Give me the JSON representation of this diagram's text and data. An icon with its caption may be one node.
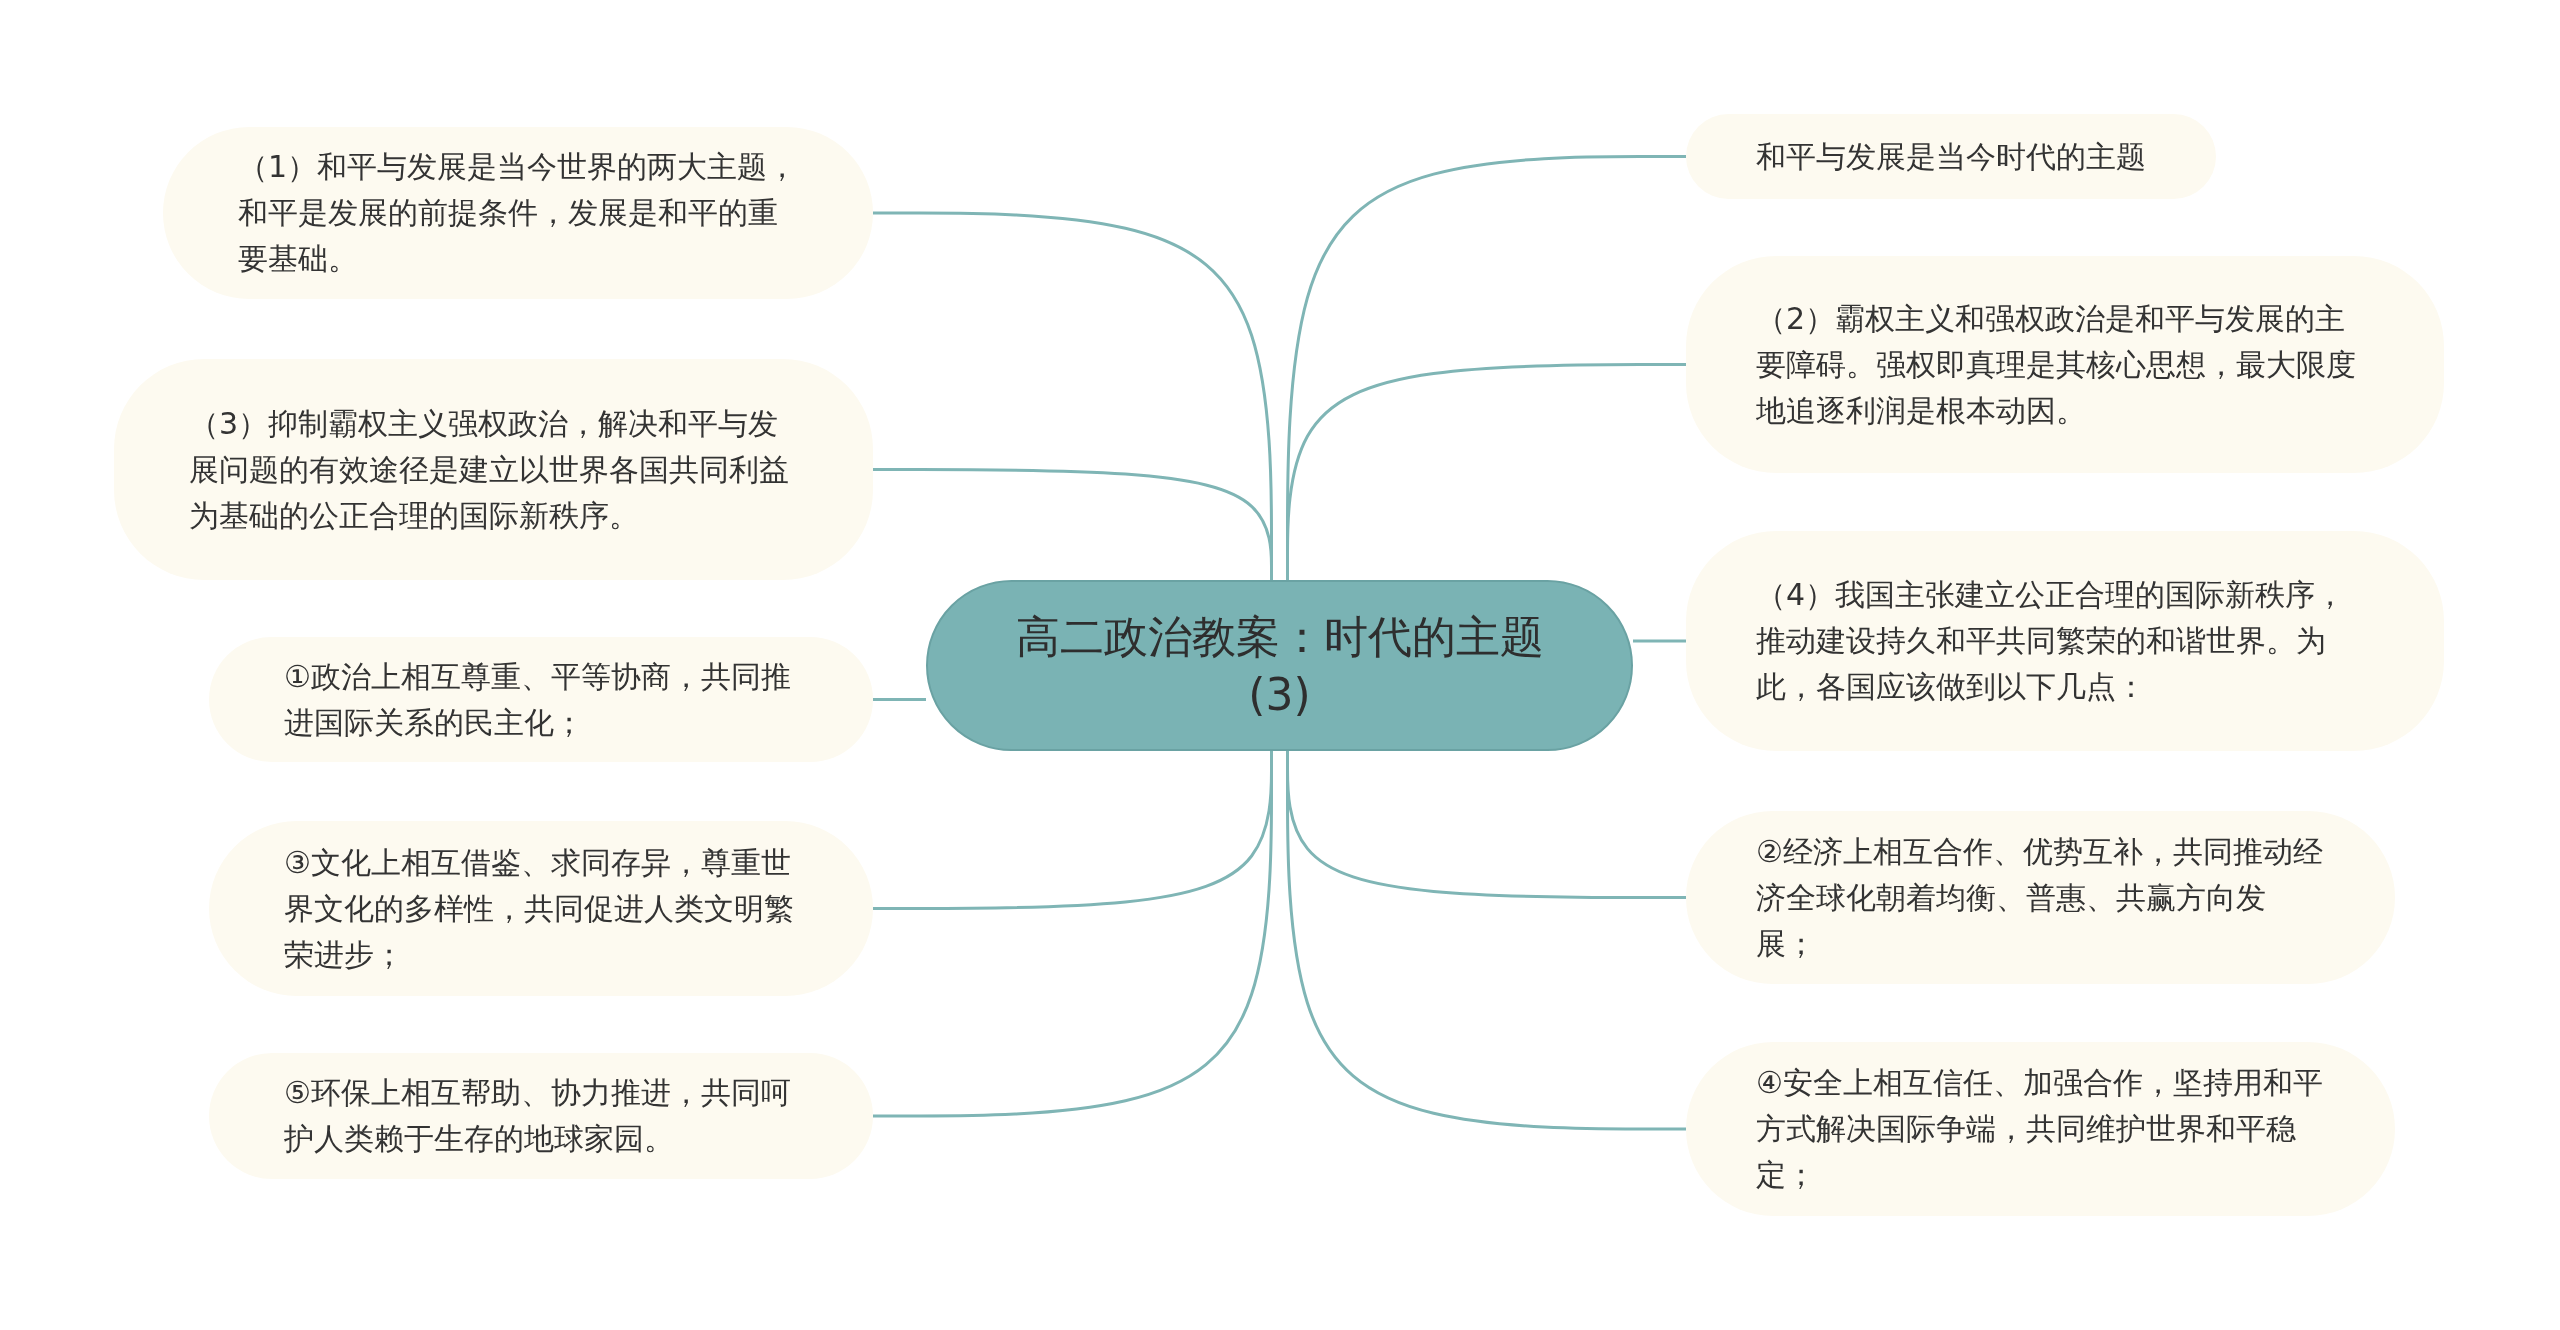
{
  "diagram": {
    "nodes": [
      {
        "text": [
          "高二政治教案：时代的主题(3)"
        ]
      },
      {
        "text": [
          "（1）和平与发展是当今世界的两大主题，和平是发展的前提条件，发展是和平的重要基础。"
        ]
      },
      {
        "text": [
          "（3）抑制霸权主义强权政治，解决和平与发展问题的有效途径是建立以世界各国共同利益为基础的公正合理的国际新秩序。"
        ]
      },
      {
        "text": [
          "①政治上相互尊重、平等协商，共同推进国际关系的民主化；"
        ]
      },
      {
        "text": [
          "③文化上相互借鉴、求同存异，尊重世界文化的多样性，共同促进人类文明繁荣进步；"
        ]
      },
      {
        "text": [
          "⑤环保上相互帮助、协力推进，共同呵护人类赖于生存的地球家园。"
        ]
      },
      {
        "text": [
          "和平与发展是当今时代的主题"
        ]
      },
      {
        "text": [
          "（2）霸权主义和强权政治是和平与发展的主要障碍。强权即真理是其核心思想，最大限度地追逐利润是根本动因。"
        ]
      },
      {
        "text": [
          "（4）我国主张建立公正合理的国际新秩序，推动建设持久和平共同繁荣的和谐世界。为此，各国应该做到以下几点："
        ]
      },
      {
        "text": [
          "②经济上相互合作、优势互补，共同推动经济全球化朝着均衡、普惠、共赢方向发展；"
        ]
      },
      {
        "text": [
          "④安全上相互信任、加强合作，坚持用和平方式解决国际争端，共同维护世界和平稳定；"
        ]
      }
    ],
    "edges": [
      {
        "from": 0,
        "to": 1,
        "arrow": "none"
      },
      {
        "from": 0,
        "to": 2,
        "arrow": "none"
      },
      {
        "from": 0,
        "to": 3,
        "arrow": "none"
      },
      {
        "from": 0,
        "to": 4,
        "arrow": "none"
      },
      {
        "from": 0,
        "to": 5,
        "arrow": "none"
      },
      {
        "from": 0,
        "to": 6,
        "arrow": "none"
      },
      {
        "from": 0,
        "to": 7,
        "arrow": "none"
      },
      {
        "from": 0,
        "to": 8,
        "arrow": "none"
      },
      {
        "from": 0,
        "to": 9,
        "arrow": "none"
      },
      {
        "from": 0,
        "to": 10,
        "arrow": "none"
      }
    ]
  }
}
